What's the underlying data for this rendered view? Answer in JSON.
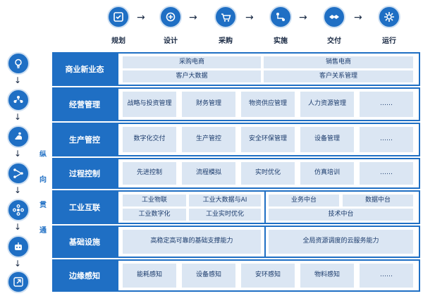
{
  "top_flow": [
    {
      "label": "规划",
      "icon": "plan-icon"
    },
    {
      "label": "设计",
      "icon": "design-icon"
    },
    {
      "label": "采购",
      "icon": "cart-icon"
    },
    {
      "label": "实施",
      "icon": "implement-icon"
    },
    {
      "label": "交付",
      "icon": "handshake-icon"
    },
    {
      "label": "运行",
      "icon": "gear-icon"
    }
  ],
  "arrow_right": "→",
  "arrow_down": "↓",
  "vertical_text": [
    "纵",
    "向",
    "贯",
    "通"
  ],
  "left_flow_icons": [
    "lightbulb-icon",
    "people-icon",
    "hand-icon",
    "flow-icon",
    "network-icon",
    "robot-icon",
    "redirect-icon"
  ],
  "layers": [
    {
      "label": "商业新业态",
      "cells": [
        "采购电商",
        "销售电商",
        "客户大数据",
        "客户关系管理"
      ]
    },
    {
      "label": "经营管理",
      "cells": [
        "战略与投资管理",
        "财务管理",
        "物资供应管理",
        "人力资源管理",
        "……"
      ]
    },
    {
      "label": "生产管控",
      "cells": [
        "数字化交付",
        "生产管控",
        "安全环保管理",
        "设备管理",
        "……"
      ]
    },
    {
      "label": "过程控制",
      "cells": [
        "先进控制",
        "流程模拟",
        "实时优化",
        "仿真培训",
        "……"
      ]
    },
    {
      "label": "工业互联",
      "cells": [
        "工业物联",
        "工业大数据与AI",
        "工业数字化",
        "工业实时优化",
        "业务中台",
        "数据中台",
        "技术中台"
      ]
    },
    {
      "label": "基础设施",
      "cells": [
        "高稳定高可靠的基础支撑能力",
        "全局资源调度的云服务能力"
      ]
    },
    {
      "label": "边缘感知",
      "cells": [
        "能耗感知",
        "设备感知",
        "安环感知",
        "物料感知",
        "……"
      ]
    }
  ],
  "colors": {
    "primary": "#1f6fc4",
    "cell_bg": "#dbe6f3",
    "text": "#1a3a6b"
  }
}
